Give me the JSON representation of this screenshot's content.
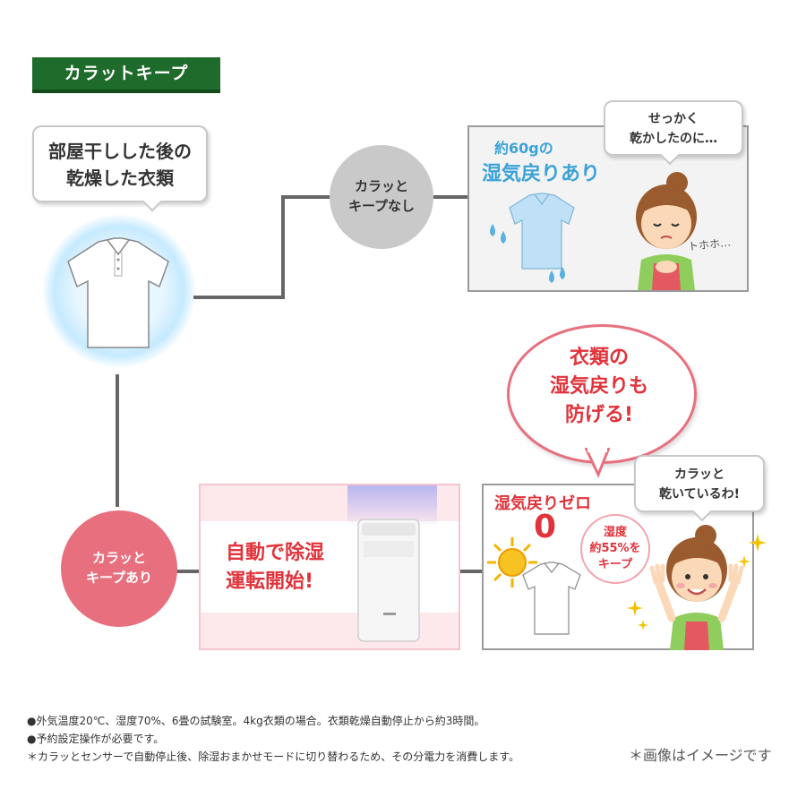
{
  "header": {
    "title": "カラットキープ"
  },
  "start": {
    "bubble_lines": [
      "部屋干しした後の",
      "乾燥した衣類"
    ]
  },
  "top_branch": {
    "circle_lines": [
      "カラッと",
      "キープなし"
    ],
    "panel_label_line1": "約60gの",
    "panel_label_line2": "湿気戻りあり",
    "speech_lines": [
      "せっかく",
      "乾かしたのに…"
    ],
    "sigh_text": "トホホ…"
  },
  "bottom_branch": {
    "circle_lines": [
      "カラッと",
      "キープあり"
    ],
    "auto_lines": [
      "自動で除湿",
      "運転開始!"
    ],
    "big_bubble_lines": [
      "衣類の",
      "湿気戻りも",
      "防げる!"
    ],
    "panel_label": "湿気戻りゼロ",
    "zero": "0",
    "humidity_lines": [
      "湿度",
      "約55%を",
      "キープ"
    ],
    "speech_lines": [
      "カラッと",
      "乾いているわ!"
    ]
  },
  "footnotes": [
    "●外気温度20℃、湿度70%、6畳の試験室。4kg衣類の場合。衣類乾燥自動停止から約3時間。",
    "●予約設定操作が必要です。",
    "＊カラッとセンサーで自動停止後、除湿おまかせモードに切り替わるため、その分電力を消費します。"
  ],
  "image_note": "＊画像はイメージです",
  "colors": {
    "title_green": "#1f6b2b",
    "gray_circle": "#c9c9c9",
    "pink_circle": "#e8707e",
    "blue_text": "#3aa3d8",
    "red_text": "#e0333b"
  }
}
